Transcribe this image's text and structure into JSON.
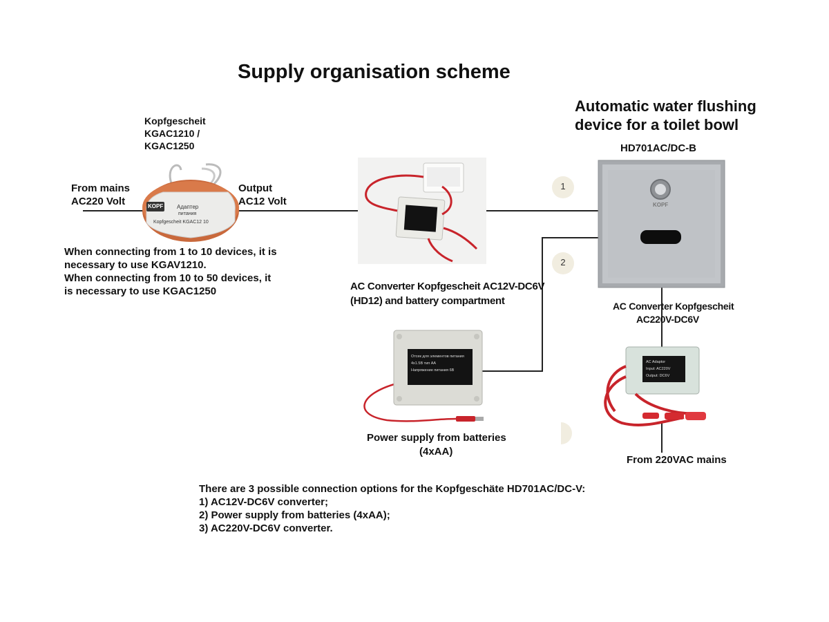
{
  "title": "Supply organisation scheme",
  "device": {
    "heading_line1": "Automatic water flushing",
    "heading_line2": "device for a toilet bowl",
    "model": "HD701AC/DC-B",
    "logo_text": "KOPF"
  },
  "transformer": {
    "brand": "Kopfgescheit",
    "model_line1": "KGAC1210 /",
    "model_line2": "KGAC1250",
    "input_line1": "From mains",
    "input_line2": "AC220 Volt",
    "output_line1": "Output",
    "output_line2": "AC12 Volt",
    "sticker_brand": "KOPF",
    "sticker_line1": "Адаптер",
    "sticker_line2": "питания",
    "sticker_line3": "Kopfgescheit KGAC12 10",
    "note_line1": "When connecting from 1 to 10 devices, it is",
    "note_line2": "necessary to use KGAV1210.",
    "note_line3": "When connecting from 10 to 50 devices, it",
    "note_line4": "is necessary to use KGAC1250"
  },
  "ac_converter_12": {
    "caption_line1": "AC Converter Kopfgescheit AC12V-DC6V",
    "caption_line2": "(HD12) and battery compartment"
  },
  "battery_box": {
    "caption_line1": "Power supply from batteries",
    "caption_line2": "(4xAA)",
    "label_line1": "Отсек для элементов питания",
    "label_line2": "4x1.5B тип AA",
    "label_line3": "Напряжение питания 6В"
  },
  "ac_converter_220": {
    "caption_line1": "AC Converter Kopfgescheit",
    "caption_line2": "AC220V-DC6V",
    "mains_label": "From 220VAC mains",
    "label_line1": "AC Adaptor",
    "label_line2": "Input: AC220V",
    "label_line3": "Output: DC6V"
  },
  "connections": [
    "1",
    "2"
  ],
  "options": {
    "intro": "There are 3 possible connection options for the Kopfgeschäte HD701AC/DC-V:",
    "items": [
      "1) AC12V-DC6V converter;",
      "2) Power supply from batteries (4xAA);",
      "3) AC220V-DC6V converter."
    ]
  },
  "colors": {
    "wire_red": "#c8242b",
    "copper": "#c9693c",
    "line": "#222222",
    "steel": "#b9bcc0",
    "box_grey": "#dcdcd6",
    "badge_bg": "#f1ede0"
  }
}
